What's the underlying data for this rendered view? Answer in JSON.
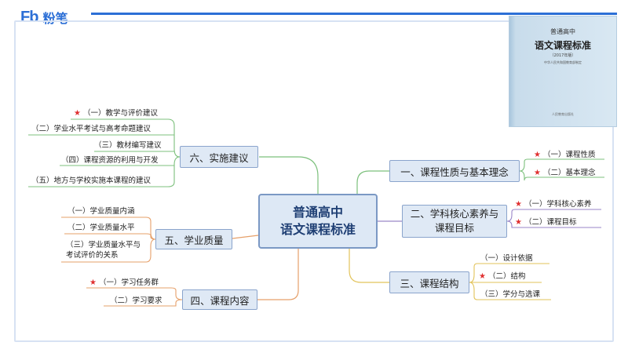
{
  "brand": {
    "mark": "Fb",
    "name": "粉笔"
  },
  "book_cover": {
    "subtitle": "普通高中",
    "title": "语文课程标准",
    "edition": "（2017年版）",
    "issuer": "中华人民共和国教育部制定",
    "publisher": "人民教育出版社"
  },
  "mindmap": {
    "center": {
      "line1": "普通高中",
      "line2": "语文课程标准"
    },
    "branches": [
      {
        "label": "一、课程性质与基本理念",
        "children": [
          {
            "label": "（一）课程性质",
            "starred": true
          },
          {
            "label": "（二）基本理念",
            "starred": true
          }
        ]
      },
      {
        "label": "二、学科核心素养与课程目标",
        "children": [
          {
            "label": "（一）学科核心素养",
            "starred": true
          },
          {
            "label": "（二）课程目标",
            "starred": true
          }
        ]
      },
      {
        "label": "三、课程结构",
        "children": [
          {
            "label": "（一）设计依据",
            "starred": false
          },
          {
            "label": "（二）结构",
            "starred": true
          },
          {
            "label": "（三）学分与选课",
            "starred": false
          }
        ]
      },
      {
        "label": "四、课程内容",
        "children": [
          {
            "label": "（一）学习任务群",
            "starred": true
          },
          {
            "label": "（二）学习要求",
            "starred": false
          }
        ]
      },
      {
        "label": "五、学业质量",
        "children": [
          {
            "label": "（一）学业质量内涵",
            "starred": false
          },
          {
            "label": "（二）学业质量水平",
            "starred": false
          },
          {
            "label": "（三）学业质量水平与考试评价的关系",
            "starred": false
          }
        ]
      },
      {
        "label": "六、实施建议",
        "children": [
          {
            "label": "（一）教学与评价建议",
            "starred": true
          },
          {
            "label": "（二）学业水平考试与高考命题建议",
            "starred": false
          },
          {
            "label": "（三）教材编写建议",
            "starred": false
          },
          {
            "label": "（四）课程资源的利用与开发",
            "starred": false
          },
          {
            "label": "（五）地方与学校实施本课程的建议",
            "starred": false
          }
        ]
      }
    ]
  },
  "colors": {
    "brand": "#2c6fd6",
    "star": "#e03030",
    "node_fill": "#dfe9f5",
    "node_border": "#8aa4cc"
  }
}
